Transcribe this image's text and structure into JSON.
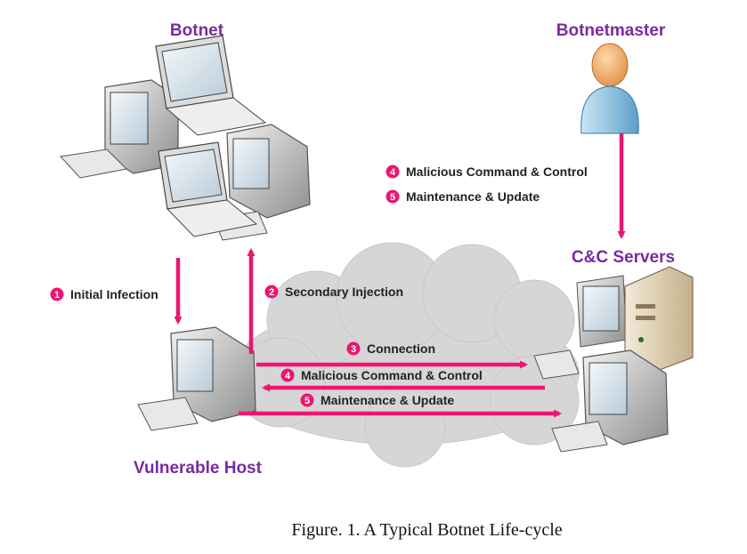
{
  "nodes": {
    "botnet": "Botnet",
    "botnetmaster": "Botnetmaster",
    "cc_servers": "C&C Servers",
    "vulnerable_host": "Vulnerable Host"
  },
  "steps": {
    "initial_infection": {
      "number": "1",
      "label": "Initial Infection"
    },
    "secondary_injection": {
      "number": "2",
      "label": "Secondary Injection"
    },
    "connection": {
      "number": "3",
      "label": "Connection"
    },
    "malicious_cc_host": {
      "number": "4",
      "label": "Malicious Command & Control"
    },
    "maintenance_host": {
      "number": "5",
      "label": "Maintenance & Update"
    },
    "malicious_cc_master": {
      "number": "4",
      "label": "Malicious Command & Control"
    },
    "maintenance_master": {
      "number": "5",
      "label": "Maintenance & Update"
    }
  },
  "caption": "Figure. 1. A Typical Botnet Life-cycle",
  "colors": {
    "arrow": "#ec1671",
    "badge": "#ec1671",
    "title": "#7a2aa0",
    "cloud": "#d4d4d4"
  },
  "icons": [
    "botnet-computers-icon",
    "person-icon",
    "server-icon",
    "desktop-computer-icon",
    "cloud-icon"
  ]
}
